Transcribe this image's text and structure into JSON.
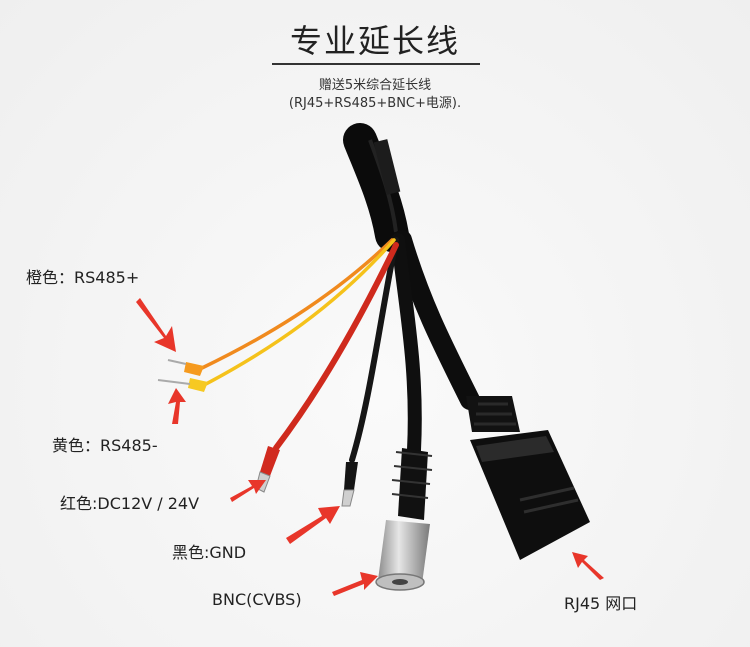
{
  "header": {
    "title": "专业延长线",
    "subtitle_line1": "赠送5米综合延长线",
    "subtitle_line2": "(RJ45+RS485+BNC+电源)."
  },
  "labels": {
    "orange": "橙色：RS485+",
    "yellow": "黄色：RS485-",
    "red": "红色:DC12V / 24V",
    "black": "黑色:GND",
    "bnc": "BNC(CVBS)",
    "rj45": "RJ45 网口"
  },
  "colors": {
    "arrow": "#e8362a",
    "cable": "#141414",
    "orange_wire": "#f08a1e",
    "yellow_wire": "#f5c21b",
    "red_wire": "#d42a1f"
  }
}
